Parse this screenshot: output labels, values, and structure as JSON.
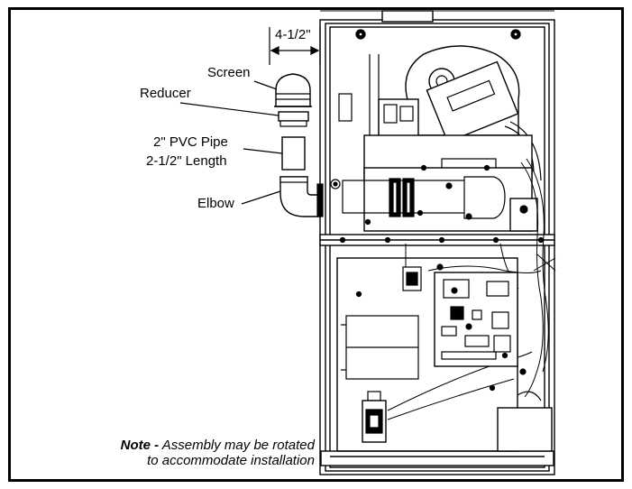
{
  "labels": {
    "dimension": "4-1/2\"",
    "screen": "Screen",
    "reducer": "Reducer",
    "pipe_line1": "2\" PVC Pipe",
    "pipe_line2": "2-1/2\" Length",
    "elbow": "Elbow"
  },
  "note": {
    "prefix": "Note -",
    "line1": "Assembly may be rotated",
    "line2": "to accommodate installation"
  }
}
